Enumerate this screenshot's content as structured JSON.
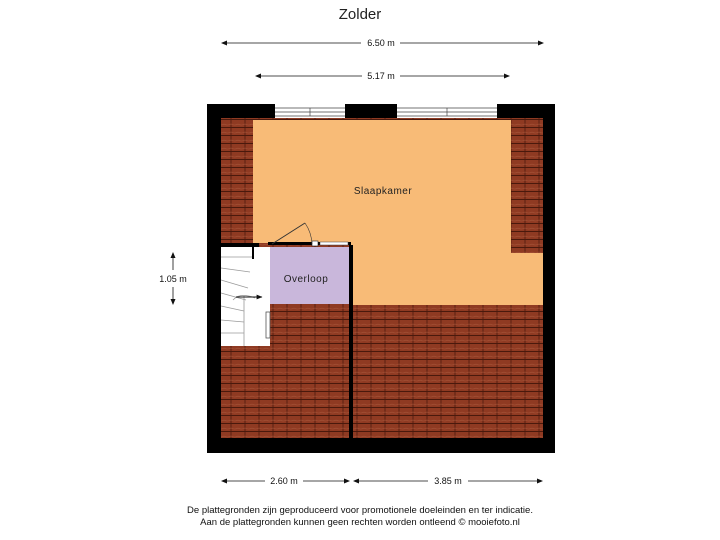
{
  "title": "Zolder",
  "dimensions": {
    "overall_width": "6.50 m",
    "inner_width": "5.17 m",
    "height_left": "1.05 m",
    "bottom_left": "2.60 m",
    "bottom_right": "3.85 m"
  },
  "rooms": {
    "bedroom": "Slaapkamer",
    "landing": "Overloop"
  },
  "colors": {
    "bedroom": "#F8BB77",
    "landing": "#C9B7DB",
    "roof": "#8F3A22",
    "roof_line": "#4A190C",
    "wall": "#000000"
  },
  "disclaimer": {
    "line1": "De plattegronden zijn geproduceerd voor promotionele doeleinden en ter indicatie.",
    "line2": "Aan de plattegronden kunnen geen rechten worden ontleend © mooiefoto.nl"
  }
}
